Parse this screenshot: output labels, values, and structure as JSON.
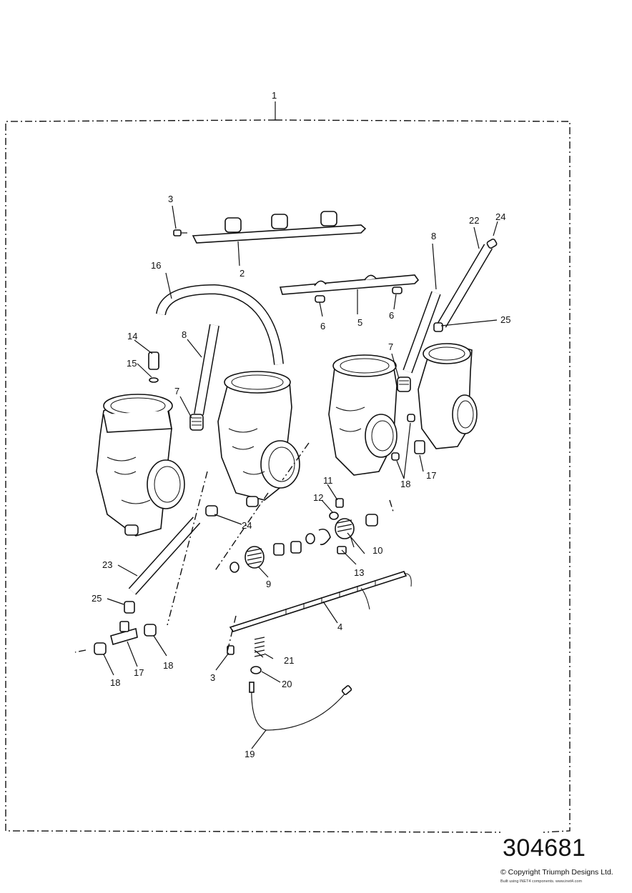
{
  "diagram": {
    "callouts": [
      "1",
      "2",
      "3",
      "3",
      "4",
      "5",
      "6",
      "6",
      "7",
      "7",
      "8",
      "8",
      "9",
      "10",
      "11",
      "12",
      "13",
      "14",
      "15",
      "16",
      "17",
      "17",
      "18",
      "18",
      "18",
      "19",
      "20",
      "21",
      "22",
      "23",
      "24",
      "24",
      "25",
      "25"
    ]
  },
  "footer": {
    "reference_number": "304681",
    "copyright": "© Copyright Triumph Designs Ltd.",
    "built_by": "Built using INET4 components. www.inet4.com"
  }
}
